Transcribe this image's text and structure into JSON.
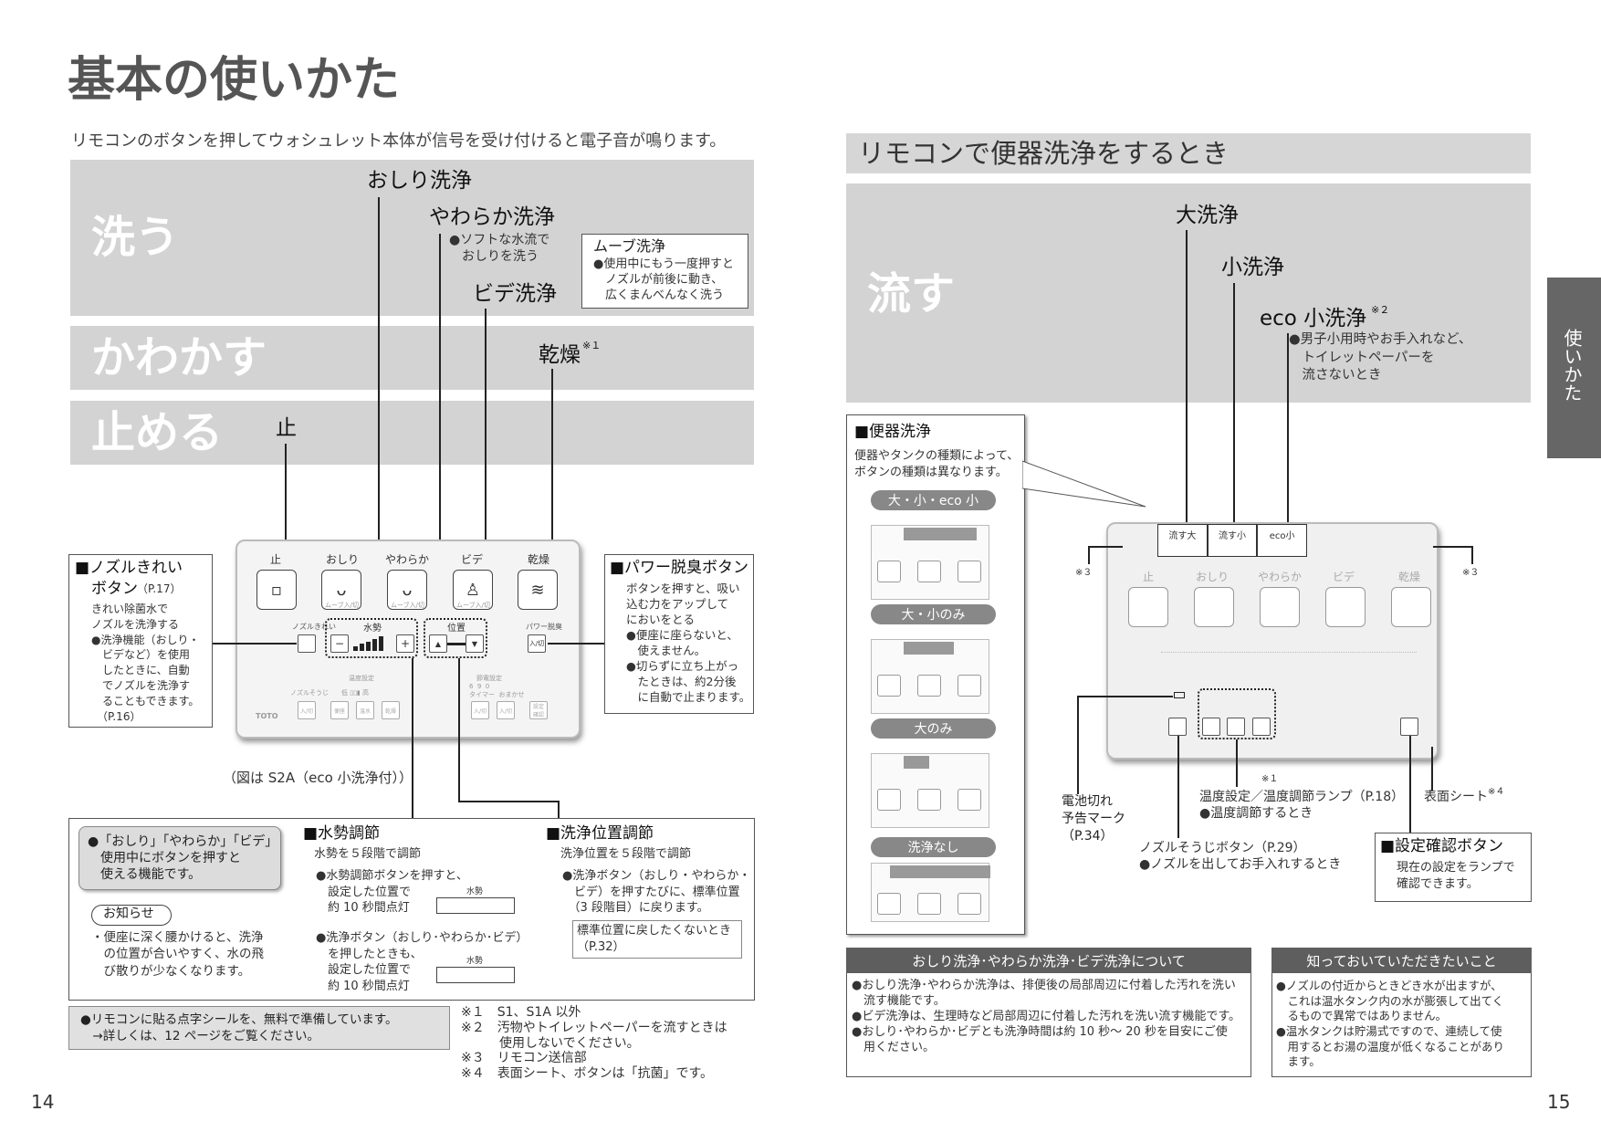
{
  "left": {
    "title": "基本の使いかた",
    "intro": "リモコンのボタンを押してウォシュレット本体が信号を受け付けると電子音が鳴ります。",
    "bands": [
      "洗う",
      "かわかす",
      "止める"
    ],
    "callouts": {
      "oshiri": "おしり洗浄",
      "yawaraka": "やわらか洗浄",
      "yawaraka_note": "●ソフトな水流で\n　おしりを洗う",
      "bide": "ビデ洗浄",
      "kanso": "乾燥",
      "kanso_mark": "※１",
      "stop": "止"
    },
    "move": {
      "title": "ムーブ洗浄",
      "text": "●使用中にもう一度押すと\n　ノズルが前後に動き、\n　広くまんべんなく洗う"
    },
    "nozzle_box": {
      "title1": "■ノズルきれい",
      "title2": "ボタン",
      "ref": "（P.17）",
      "text": "きれい除菌水で\nノズルを洗浄する\n●洗浄機能（おしり・\n　ビデなど）を使用\n　したときに、自動\n　でノズルを洗浄す\n　ることもできます。\n　（P.16）"
    },
    "power_box": {
      "title": "■パワー脱臭ボタン",
      "text": "ボタンを押すと、吸い\n込む力をアップして\nにおいをとる\n●便座に座らないと、\n　使えません。\n●切らずに立ち上がっ\n　たときは、約2分後\n　に自動で止まります。"
    },
    "remote": {
      "labels": [
        "止",
        "おしり",
        "やわらか",
        "ビデ",
        "乾燥"
      ],
      "icons": [
        "▫",
        "ᴗ",
        "ᴗ",
        "♙",
        "≋"
      ],
      "sub": [
        "",
        "ムーブ入/切",
        "ムーブ入/切",
        "ムーブ入/切",
        ""
      ],
      "nozzle": "ノズルきれい",
      "suisei": "水勢",
      "ichi": "位置",
      "power": "パワー脱臭",
      "power_btn": "入/切",
      "minus": "−",
      "plus": "+",
      "up": "▲",
      "down": "▼",
      "ondo": "温度設定",
      "ondo_scale": "低 ▯▯▮ 高",
      "nozzle_souji": "ノズルそうじ",
      "setsuden": "節電設定",
      "setsuden_sub": "6  9  0\nタイマー  おまかせ",
      "btns": [
        "入/切",
        "便座",
        "温水",
        "乾燥",
        "入/切",
        "入/切",
        "設定\n確認"
      ],
      "brand": "TOTO"
    },
    "caption": "（図は S2A（eco 小洗浄付））",
    "bottom_box": {
      "note_items": "●「おしり」「やわらか」「ビデ」\n　使用中にボタンを押すと\n　使える機能です。",
      "oshirase": "お知らせ",
      "oshirase_text": "・便座に深く腰かけると、洗浄\n　の位置が合いやすく、水の飛\n　び散りが少なくなります。",
      "suisei_title": "■水勢調節",
      "suisei_sub": "水勢を５段階で調節",
      "suisei_note1": "●水勢調節ボタンを押すと、\n　設定した位置で\n　約 10 秒間点灯",
      "suisei_note2": "●洗浄ボタン（おしり･やわらか･ビデ）\n　を押したときも、\n　設定した位置で\n　約 10 秒間点灯",
      "mini_label": "水勢",
      "ichi_title": "■洗浄位置調節",
      "ichi_sub": "洗浄位置を５段階で調節",
      "ichi_note": "●洗浄ボタン（おしり・やわらか・\n　ビデ）を押すたびに、標準位置\n　（3 段階目）に戻ります。",
      "ichi_box": "標準位置に戻したくないとき\n（P.32）"
    },
    "tenji": "●リモコンに貼る点字シールを、無料で準備しています。\n　→詳しくは、12 ページをご覧ください。",
    "footnotes": "※１　S1、S1A 以外\n※２　汚物やトイレットペーパーを流すときは\n　　　使用しないでください。\n※３　リモコン送信部\n※４　表面シート、ボタンは「抗菌」です。",
    "page_num": "14"
  },
  "right": {
    "header": "リモコンで便器洗浄をするとき",
    "band": "流す",
    "dai": "大洗浄",
    "sho": "小洗浄",
    "eco": "eco 小洗浄",
    "eco_mark": "※２",
    "eco_note": "●男子小用時やお手入れなど、\n　トイレットペーパーを\n　流さないとき",
    "side_tab": "使いかた",
    "benki": {
      "title": "■便器洗浄",
      "text": "便器やタンクの種類によって、\nボタンの種類は異なります。",
      "variants": [
        "大・小・eco 小",
        "大・小のみ",
        "大のみ",
        "洗浄なし"
      ]
    },
    "remote_top": [
      "流す大",
      "流す小",
      "eco小"
    ],
    "remote_labels": [
      "止",
      "おしり",
      "やわらか",
      "ビデ",
      "乾燥"
    ],
    "mark3": "※３",
    "mark1": "※１",
    "denchi": "電池切れ\n予告マーク\n（P.34）",
    "ondo_lamp": "温度設定／温度調節ランプ（P.18）\n●温度調節するとき",
    "hyomen": "表面シート",
    "hyomen_mark": "※４",
    "nozzle_souji": "ノズルそうじボタン（P.29）\n●ノズルを出してお手入れするとき",
    "settei": {
      "title": "■設定確認ボタン",
      "text": "現在の設定をランプで\n確認できます。"
    },
    "about": {
      "title": "おしり洗浄･やわらか洗浄･ビデ洗浄について",
      "text": "●おしり洗浄･やわらか洗浄は、排便後の局部周辺に付着した汚れを洗い\n　流す機能です。\n●ビデ洗浄は、生理時など局部周辺に付着した汚れを洗い流す機能です。\n●おしり･やわらか･ビデとも洗浄時間は約 10 秒～ 20 秒を目安にご使\n　用ください。"
    },
    "know": {
      "title": "知っておいていただきたいこと",
      "text": "●ノズルの付近からときどき水が出ますが、\n　これは温水タンク内の水が膨張して出てく\n　るもので異常ではありません。\n●温水タンクは貯湯式ですので、連続して使\n　用するとお湯の温度が低くなることがあり\n　ます。"
    },
    "page_num": "15"
  }
}
